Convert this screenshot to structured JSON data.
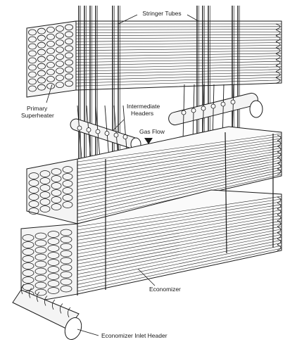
{
  "labels": {
    "stringer_tubes": "Stringer Tubes",
    "primary_superheater_line1": "Primary",
    "primary_superheater_line2": "Superheater",
    "intermediate_headers_line1": "Intermediate",
    "intermediate_headers_line2": "Headers",
    "gas_flow": "Gas Flow",
    "economizer": "Economizer",
    "economizer_inlet_header": "Economizer Inlet Header"
  },
  "colors": {
    "ink": "#1a1a1a",
    "tube_fill": "#f4f4f4",
    "shadow": "#9a9a9a",
    "background": "#ffffff"
  },
  "icons": {
    "gas_flow_arrow": "down-arrow-icon"
  }
}
